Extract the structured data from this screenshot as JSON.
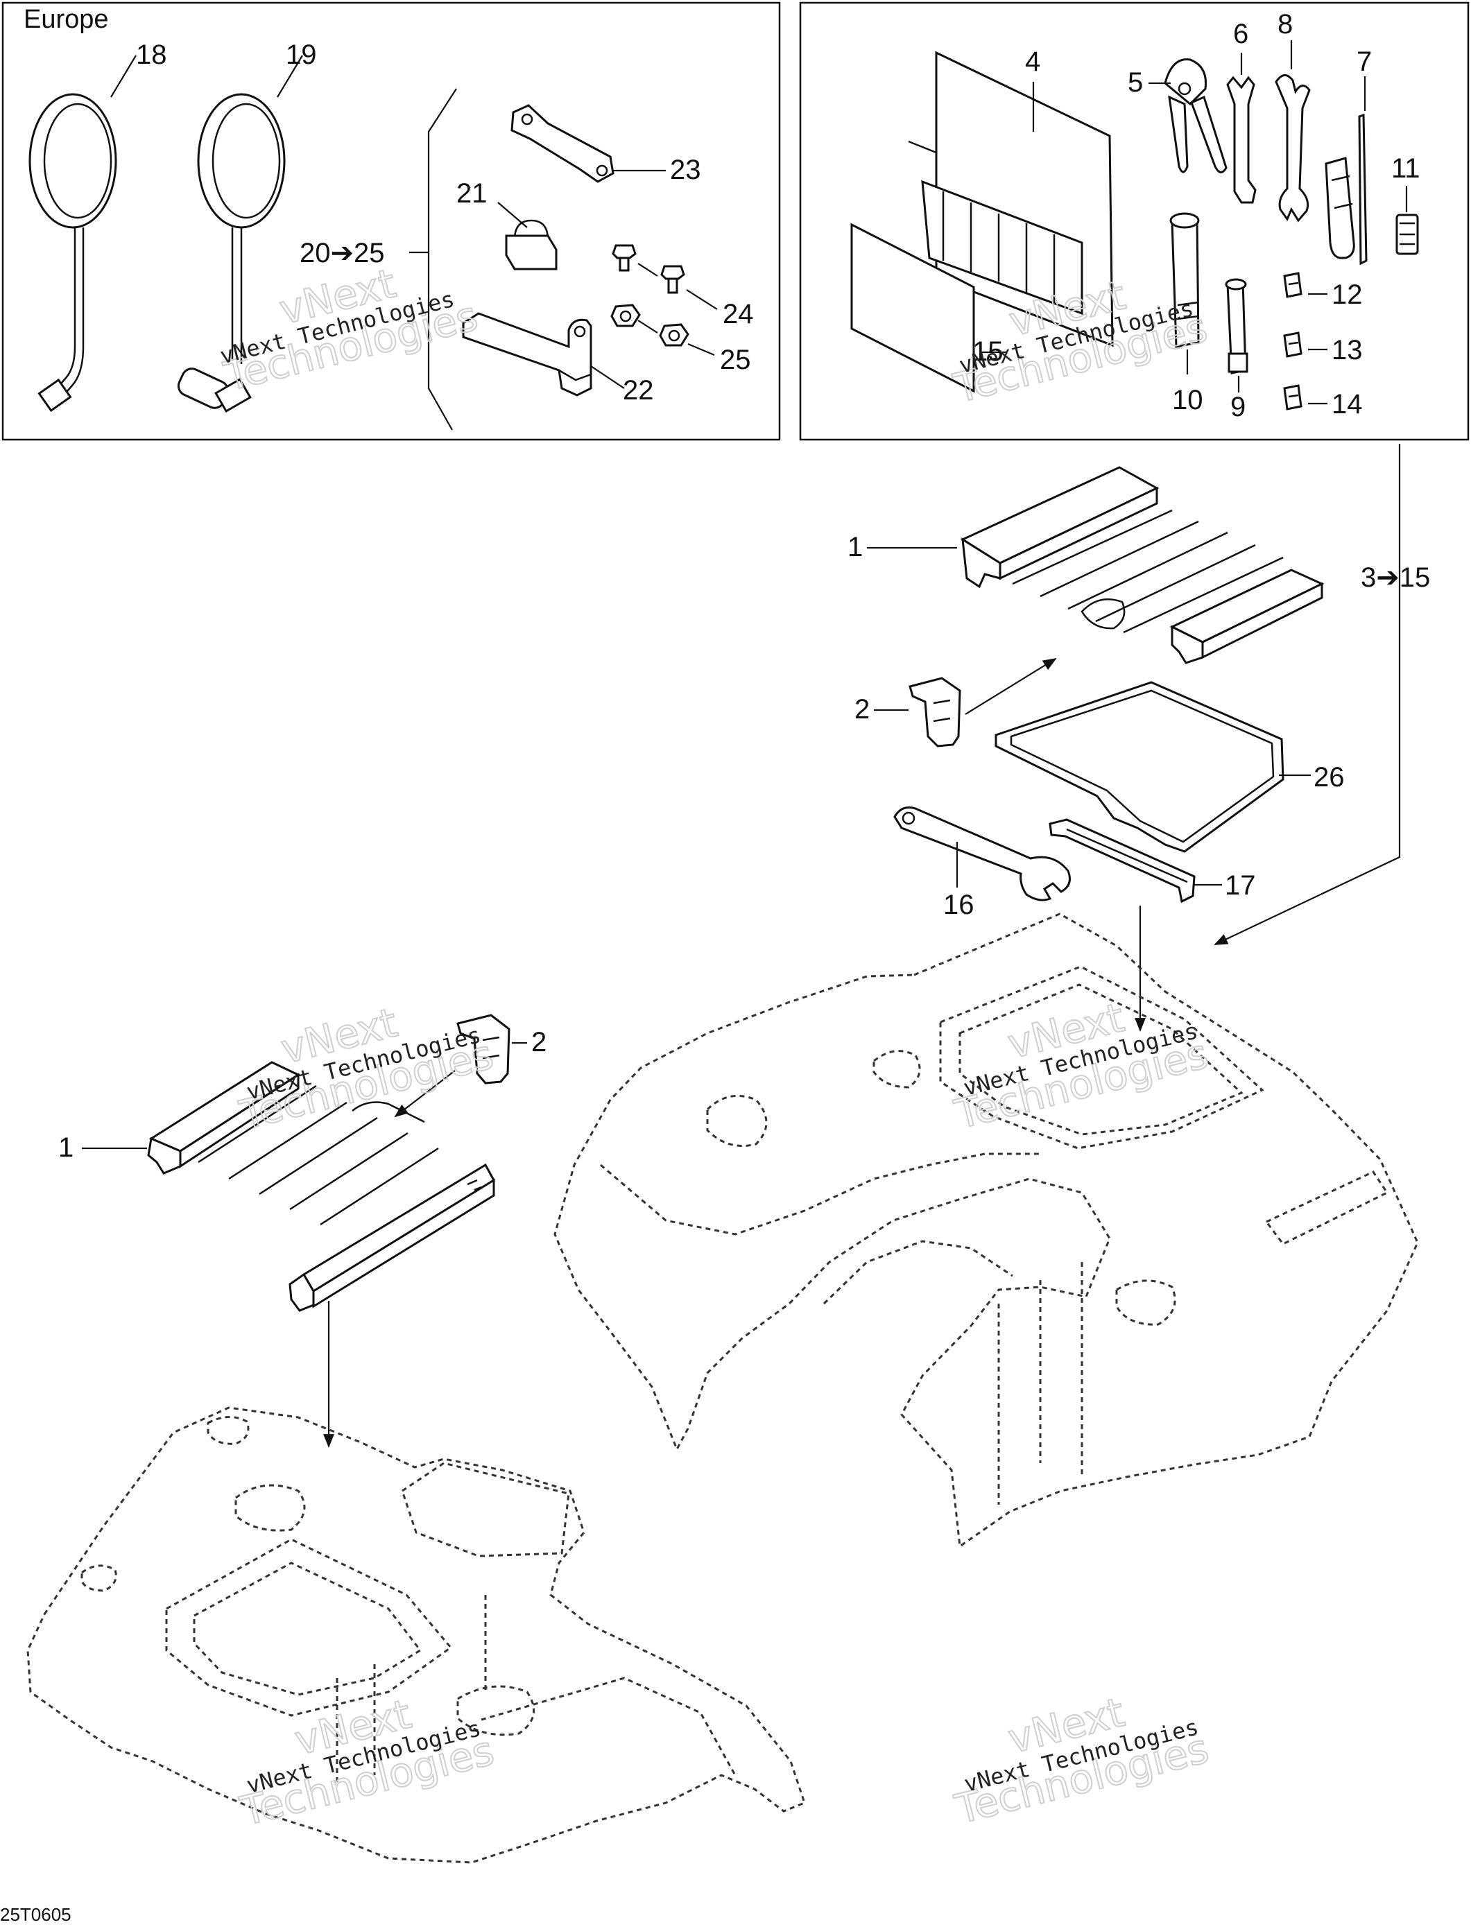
{
  "region_label": "Europe",
  "drawing_code": "25T0605",
  "watermark": {
    "line1": "vNext Technologies",
    "line2a": "vNext",
    "line2b": "Technologies"
  },
  "callouts": {
    "c1a": "1",
    "c1b": "1",
    "c2a": "2",
    "c2b": "2",
    "c3_15": "3➔15",
    "c4": "4",
    "c5": "5",
    "c6": "6",
    "c7": "7",
    "c8": "8",
    "c9": "9",
    "c10": "10",
    "c11": "11",
    "c12": "12",
    "c13": "13",
    "c14": "14",
    "c15": "15",
    "c16": "16",
    "c17": "17",
    "c18": "18",
    "c19": "19",
    "c20_25": "20➔25",
    "c21": "21",
    "c22": "22",
    "c23": "23",
    "c24": "24",
    "c25": "25",
    "c26": "26"
  }
}
